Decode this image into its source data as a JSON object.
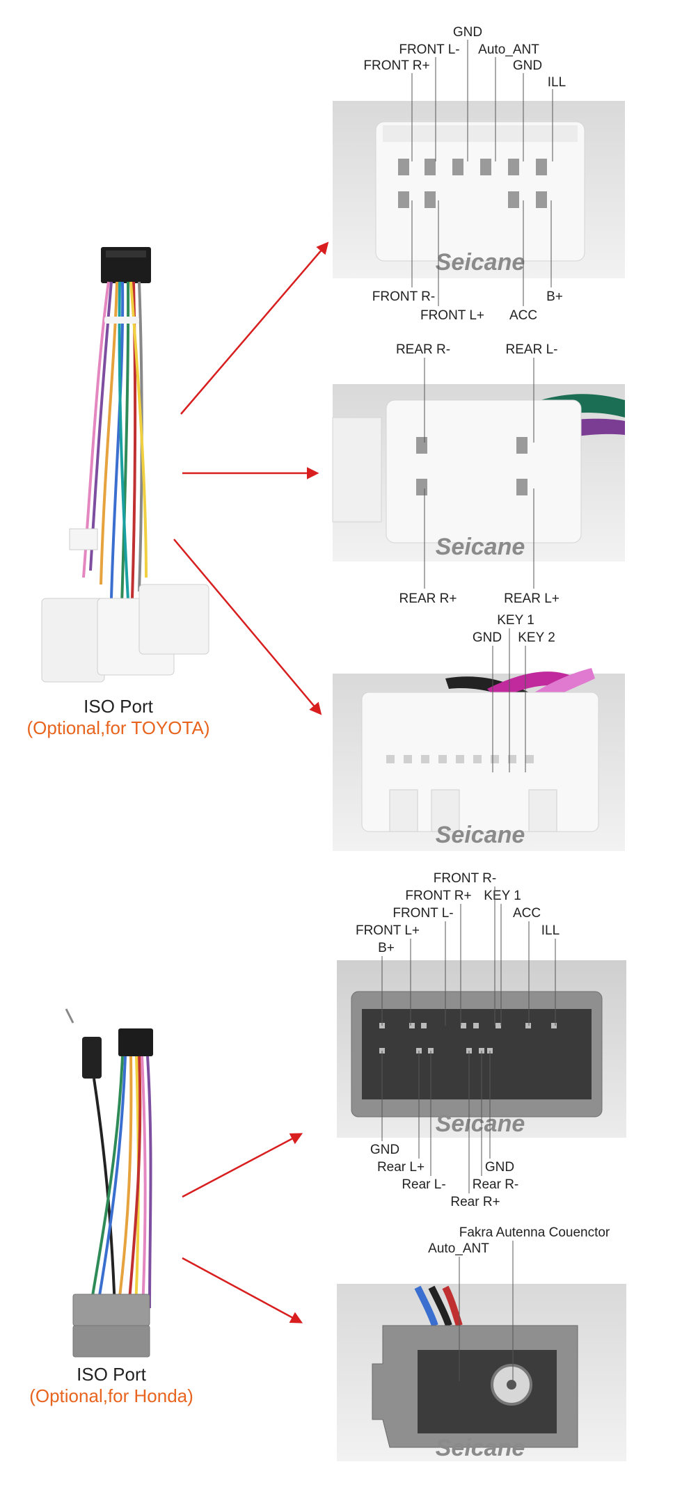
{
  "brand": "Seicane",
  "colors": {
    "arrow": "#d81e1e",
    "accent_orange": "#e8641e",
    "leader": "#444444"
  },
  "sections": [
    {
      "title": "ISO Port",
      "subtitle": "(Optional,for TOYOTA)",
      "connectors": [
        {
          "top_labels": [
            "GND",
            "FRONT L-",
            "Auto_ANT",
            "FRONT R+",
            "GND",
            "ILL"
          ],
          "bottom_labels": [
            "FRONT R-",
            "FRONT L+",
            "ACC",
            "B+"
          ]
        },
        {
          "top_labels": [
            "REAR R-",
            "REAR L-"
          ],
          "bottom_labels": [
            "REAR R+",
            "REAR L+"
          ]
        },
        {
          "top_labels": [
            "KEY 1",
            "GND",
            "KEY 2"
          ],
          "bottom_labels": []
        }
      ]
    },
    {
      "title": "ISO Port",
      "subtitle": "(Optional,for Honda)",
      "connectors": [
        {
          "top_labels": [
            "FRONT R-",
            "FRONT R+",
            "KEY 1",
            "FRONT L-",
            "ACC",
            "FRONT L+",
            "ILL",
            "B+"
          ],
          "bottom_labels": [
            "GND",
            "Rear L+",
            "GND",
            "Rear L-",
            "Rear R-",
            "Rear R+"
          ]
        },
        {
          "top_labels": [
            "Fakra Autenna Couenctor",
            "Auto_ANT"
          ],
          "bottom_labels": []
        }
      ]
    }
  ]
}
